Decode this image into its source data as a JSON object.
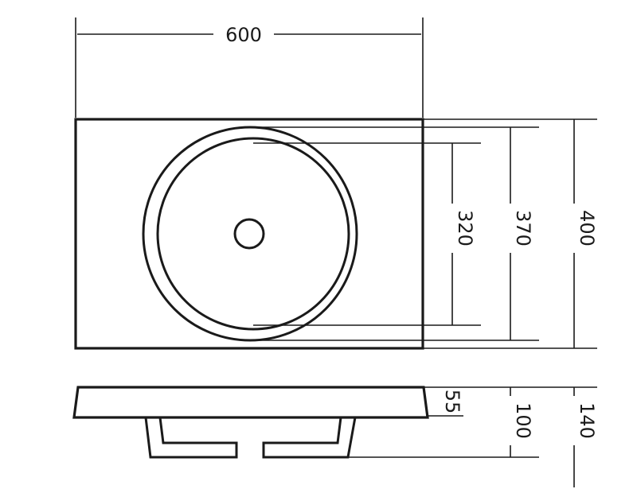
{
  "dimensions": {
    "overall_width": "600",
    "bowl_inner_diameter": "320",
    "bowl_outer_diameter": "370",
    "overall_depth": "400",
    "top_thickness": "55",
    "bowl_height": "100",
    "total_height": "140"
  }
}
